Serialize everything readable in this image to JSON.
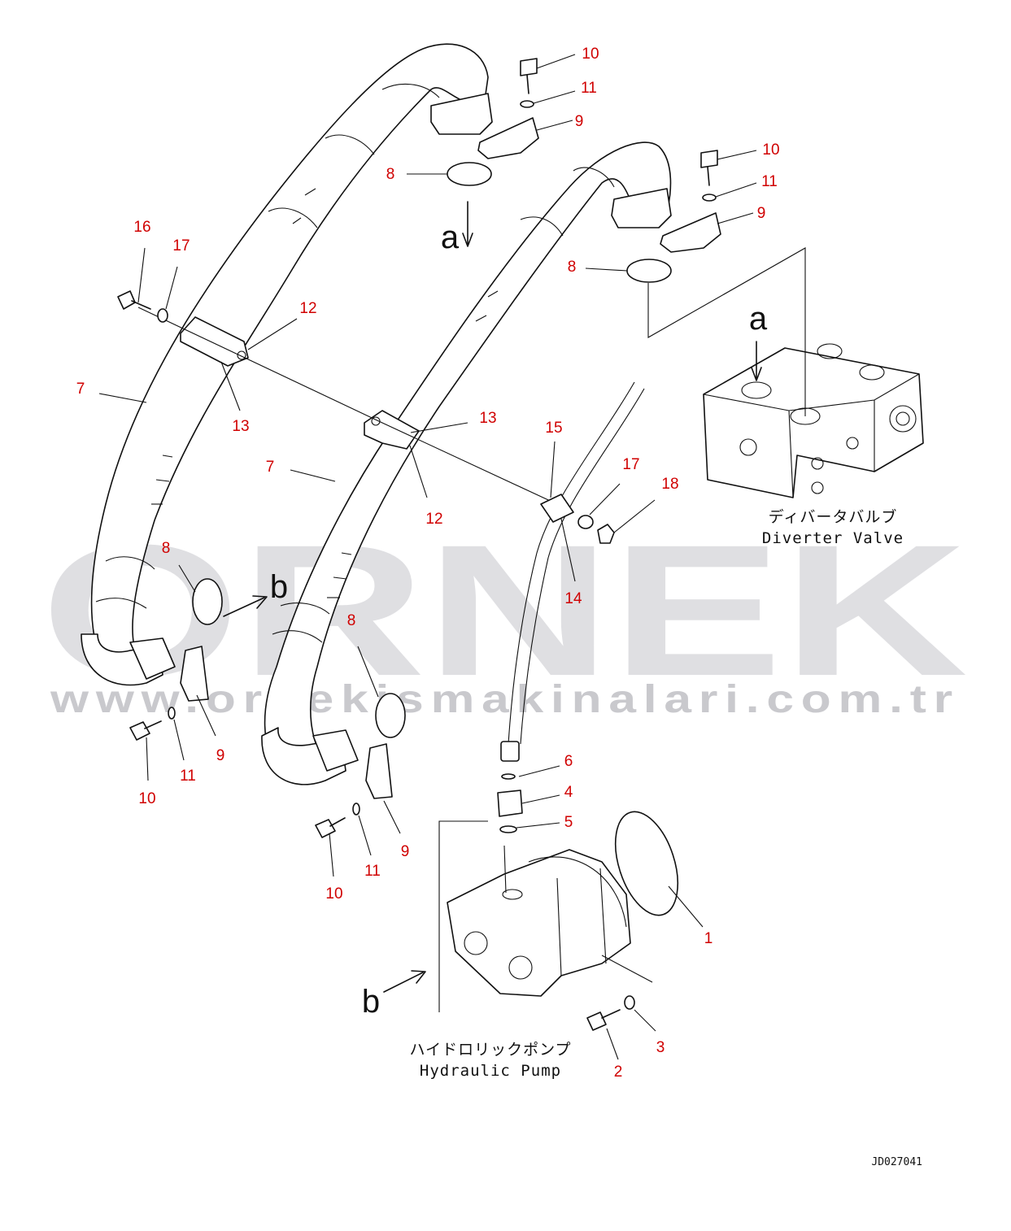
{
  "watermark": {
    "brand": "ORNEK",
    "url": "www.ornekismakinalari.com.tr"
  },
  "views": {
    "a_top": "a",
    "a_valve": "a",
    "b_top": "b",
    "b_pump": "b"
  },
  "components": {
    "diverter_valve_jp": "ディバータバルブ",
    "diverter_valve_en": "Diverter Valve",
    "hydraulic_pump_jp": "ハイドロリックポンプ",
    "hydraulic_pump_en": "Hydraulic Pump"
  },
  "part_refs": {
    "p10a": "10",
    "p11a": "11",
    "p9a": "9",
    "p8a": "8",
    "p10b": "10",
    "p11b": "11",
    "p9b": "9",
    "p8b": "8",
    "p16": "16",
    "p17a": "17",
    "p12a": "12",
    "p13a": "13",
    "p7a": "7",
    "p13b": "13",
    "p7b": "7",
    "p12b": "12",
    "p15": "15",
    "p17b": "17",
    "p18": "18",
    "p14": "14",
    "p8c": "8",
    "p8d": "8",
    "p9c": "9",
    "p11c": "11",
    "p10c": "10",
    "p9d": "9",
    "p11d": "11",
    "p10d": "10",
    "p6": "6",
    "p4": "4",
    "p5": "5",
    "p1": "1",
    "p3": "3",
    "p2": "2"
  },
  "drawing_code": "JD027041"
}
